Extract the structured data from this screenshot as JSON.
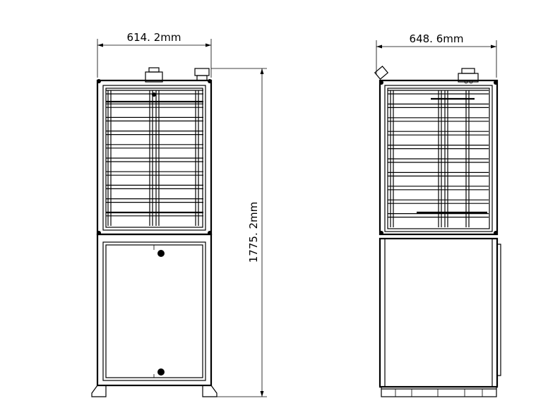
{
  "dimensions": {
    "front_width": "614. 2mm",
    "side_width": "648. 6mm",
    "height": "1775. 2mm"
  }
}
